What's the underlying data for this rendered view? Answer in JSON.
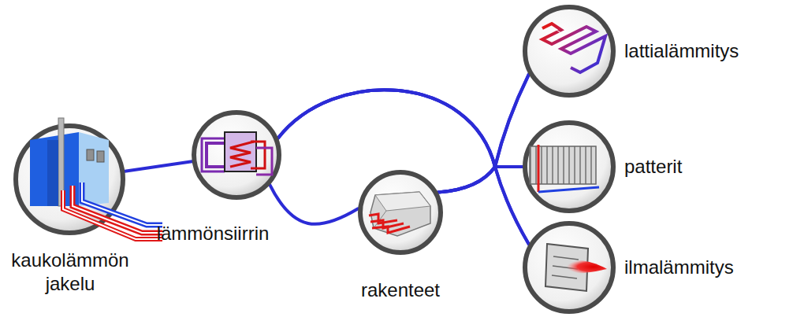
{
  "diagram": {
    "nodes": [
      {
        "text": [
          "kaukolämmön jakelu"
        ]
      },
      {
        "text": [
          "lämmönsiirrin"
        ]
      },
      {
        "text": [
          "rakenteet"
        ]
      },
      {
        "text": [
          "lattialämmitys"
        ]
      },
      {
        "text": [
          "patterit"
        ]
      },
      {
        "text": [
          "ilmalämmitys"
        ]
      }
    ],
    "edges": [
      {
        "from": 0,
        "to": 1,
        "arrow": "none"
      },
      {
        "from": 1,
        "to": 2,
        "arrow": "none"
      },
      {
        "from": 1,
        "to": 3,
        "arrow": "none"
      },
      {
        "from": 1,
        "to": 4,
        "arrow": "none"
      },
      {
        "from": 1,
        "to": 5,
        "arrow": "none"
      },
      {
        "from": 2,
        "to": 3,
        "arrow": "none"
      },
      {
        "from": 2,
        "to": 4,
        "arrow": "none"
      },
      {
        "from": 2,
        "to": 5,
        "arrow": "none"
      }
    ]
  }
}
